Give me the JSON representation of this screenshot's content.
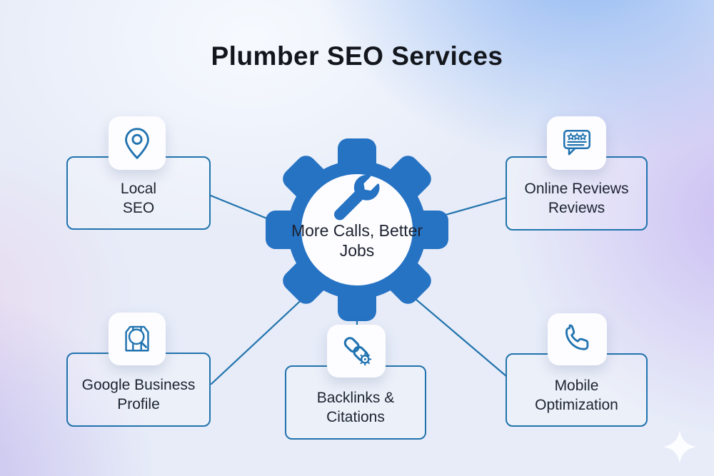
{
  "title": "Plumber SEO Services",
  "center": {
    "line1": "More Calls,",
    "line2": "Better Jobs",
    "icon": "wrench-icon"
  },
  "nodes": [
    {
      "id": "local-seo",
      "line1": "Local",
      "line2": "SEO",
      "icon": "location-pin-icon"
    },
    {
      "id": "online-reviews",
      "line1": "Online Reviews",
      "line2": "Reviews",
      "icon": "review-stars-icon"
    },
    {
      "id": "google-business-profile",
      "line1": "Google Business",
      "line2": "Profile",
      "icon": "storefront-search-icon"
    },
    {
      "id": "backlinks-citations",
      "line1": "Backlinks &",
      "line2": "Citations",
      "icon": "chain-links-gear-icon"
    },
    {
      "id": "mobile-optimization",
      "line1": "Mobile",
      "line2": "Optimization",
      "icon": "phone-handset-icon"
    }
  ],
  "colors": {
    "gear_blue": "#2673c4",
    "connector_blue": "#2173ad",
    "box_border_blue": "#2173ad",
    "icon_stroke_blue": "#2173b0",
    "title_text": "#13161c",
    "label_text": "#1c2330",
    "badge_white": "#fdfdff"
  },
  "decor": {
    "sparkle": "four-point-star"
  }
}
